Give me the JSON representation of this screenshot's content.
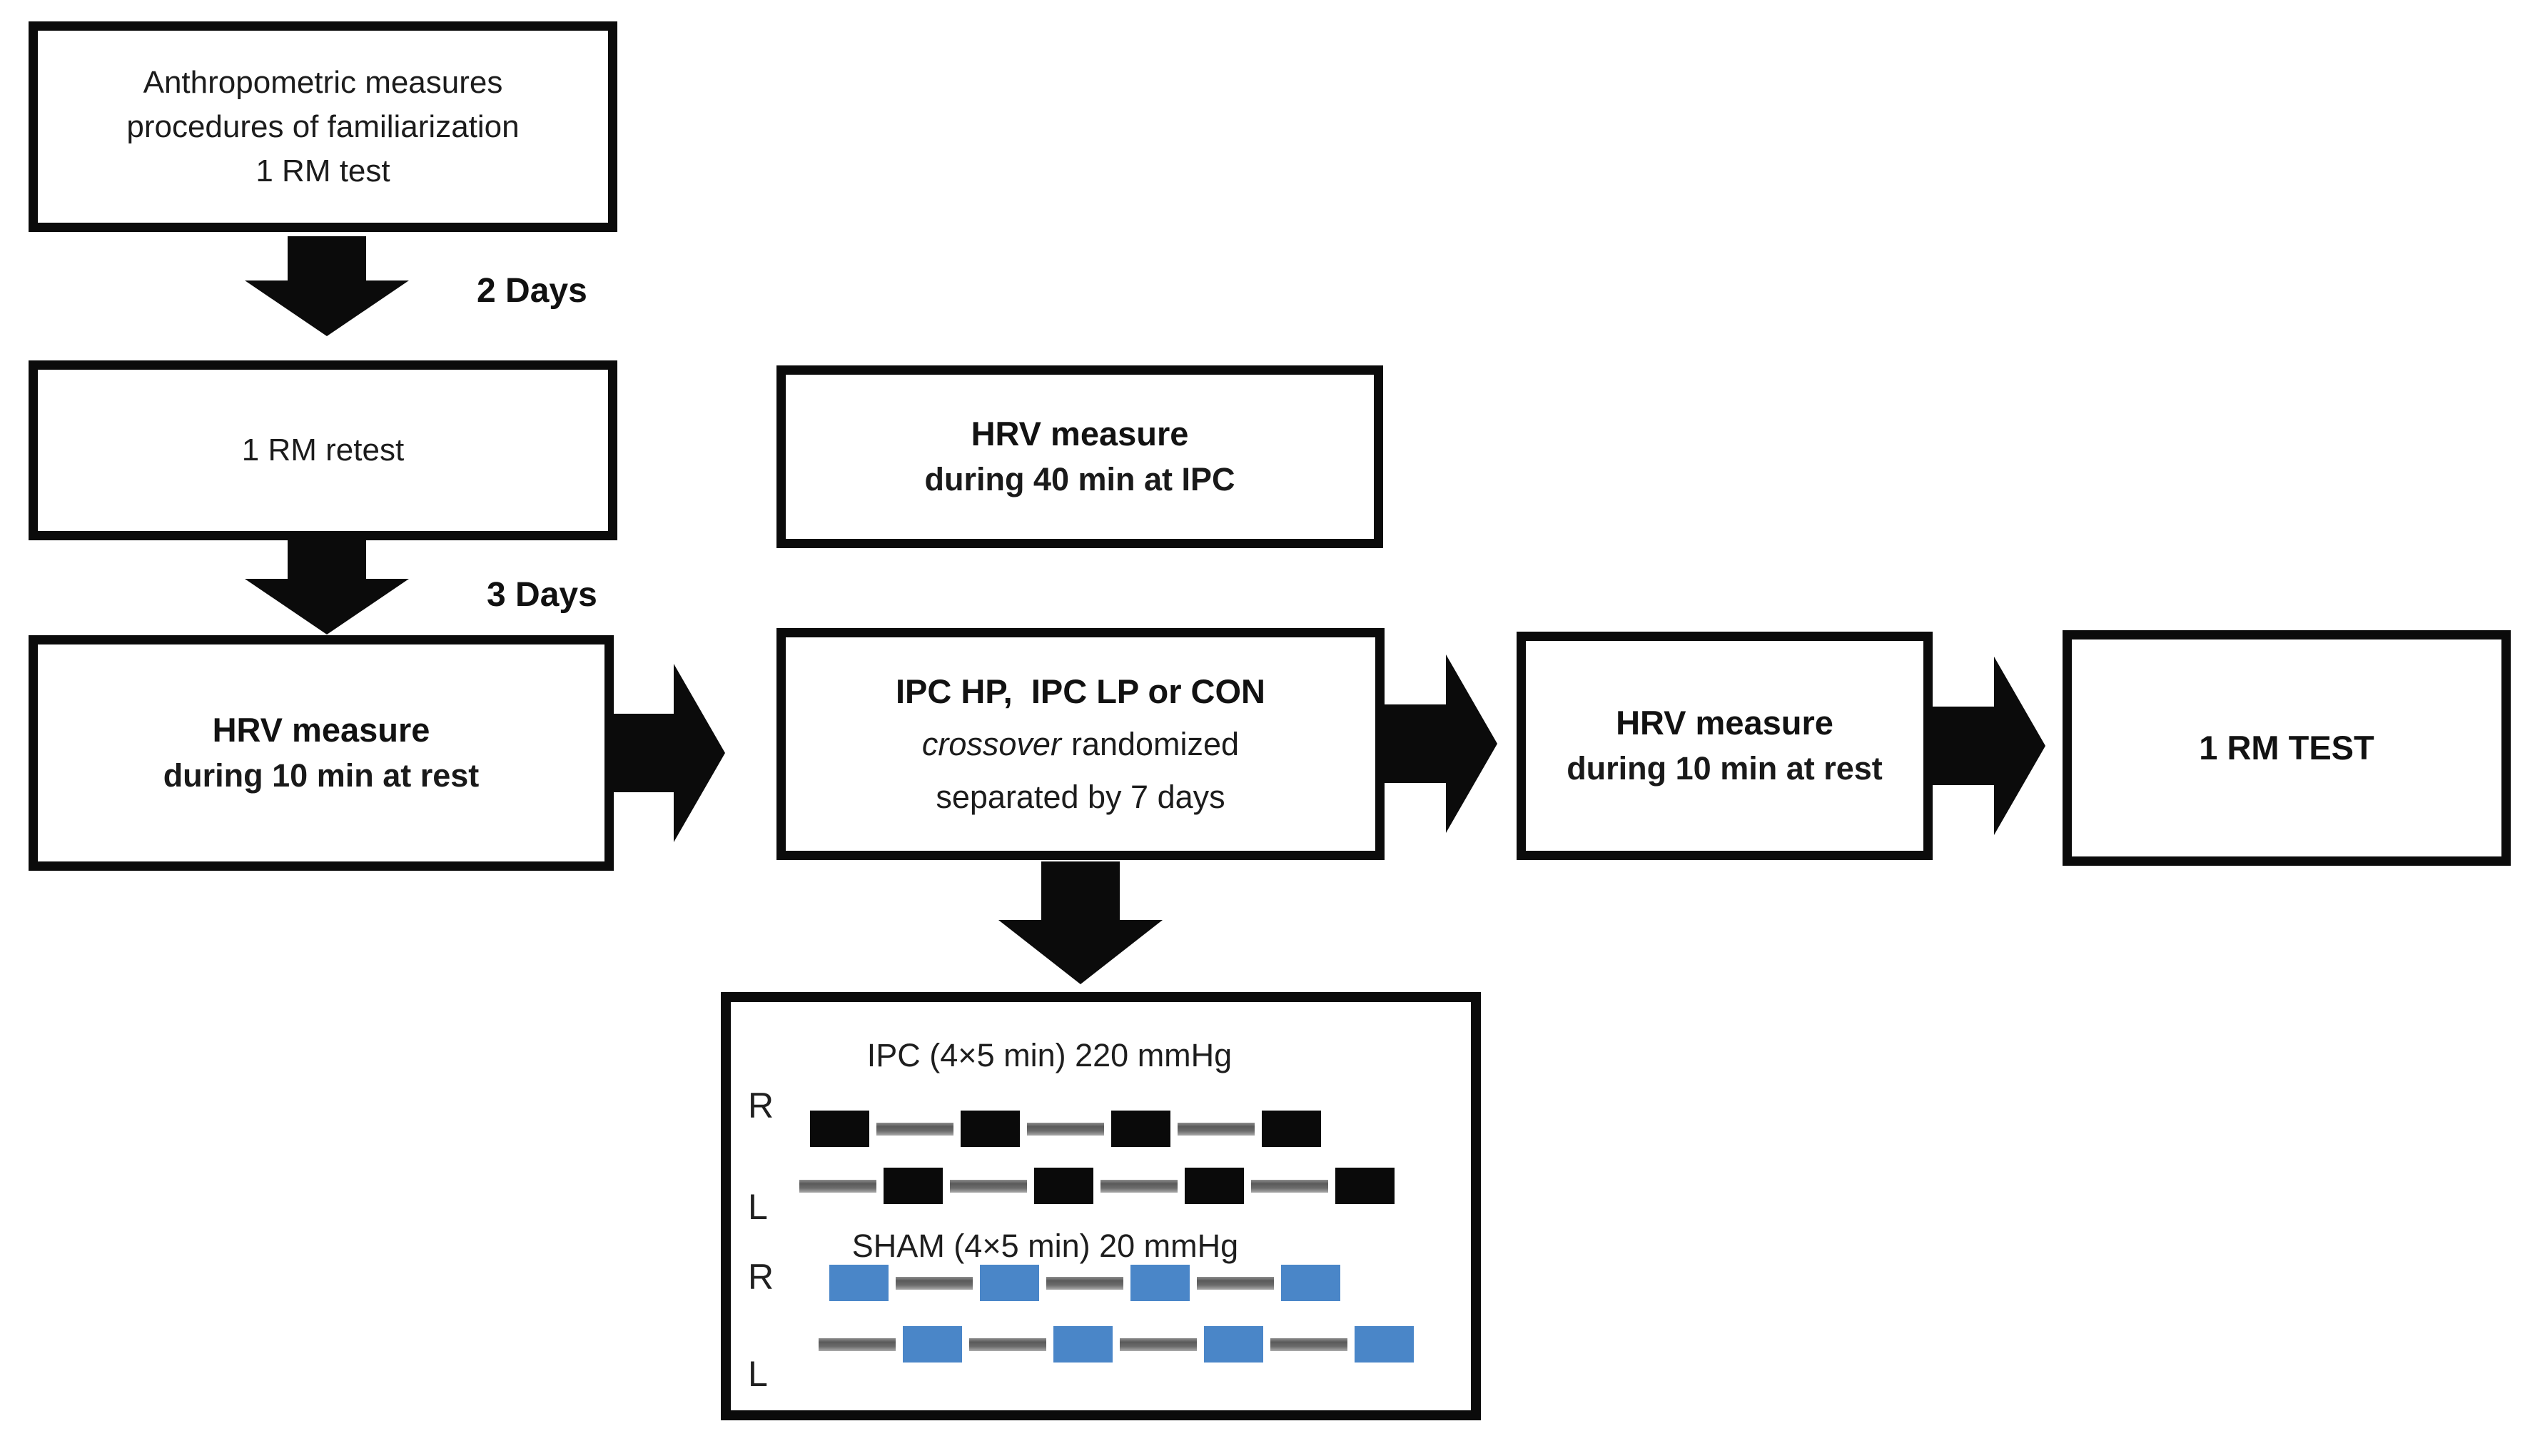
{
  "figure": {
    "boxes": {
      "baseline": {
        "lines": [
          "Anthropometric measures",
          "procedures of familiarization",
          "1 RM test"
        ]
      },
      "retest": {
        "text": "1 RM retest"
      },
      "hrv_pre": {
        "title": "HRV measure",
        "subtitle": "during 10 min at rest"
      },
      "hrv_ipc": {
        "title": "HRV measure",
        "subtitle": "during 40 min at IPC"
      },
      "intervention": {
        "title": "IPC HP,  IPC LP or CON",
        "line2_em": "crossover",
        "line2_text": "randomized",
        "line3": "separated by 7 days"
      },
      "hrv_post": {
        "title": "HRV measure",
        "subtitle": "during 10 min at rest"
      },
      "final_test": {
        "text": "1 RM TEST"
      }
    },
    "interval_labels": {
      "first": "2 Days",
      "second": "3 Days"
    },
    "protocol": {
      "sections": [
        {
          "title": "IPC (4×5 min) 220 mmHg",
          "pressure": "220 mmHg",
          "cuff_color": "#0a0a0a",
          "rows": [
            {
              "label": "R",
              "pattern": [
                "cuff",
                "gap",
                "cuff",
                "gap",
                "cuff",
                "gap",
                "cuff"
              ]
            },
            {
              "label": "L",
              "pattern": [
                "gap",
                "cuff",
                "gap",
                "cuff",
                "gap",
                "cuff",
                "gap",
                "cuff"
              ]
            }
          ]
        },
        {
          "title": "SHAM (4×5 min) 20 mmHg",
          "pressure": "20 mmHg",
          "cuff_color": "#4a86c8",
          "rows": [
            {
              "label": "R",
              "pattern": [
                "cuff",
                "gap",
                "cuff",
                "gap",
                "cuff",
                "gap",
                "cuff"
              ]
            },
            {
              "label": "L",
              "pattern": [
                "gap",
                "cuff",
                "gap",
                "cuff",
                "gap",
                "cuff",
                "gap",
                "cuff"
              ]
            }
          ]
        }
      ],
      "gap_color": "#6c6c6c",
      "arrow_color": "#0b0b0b"
    }
  }
}
